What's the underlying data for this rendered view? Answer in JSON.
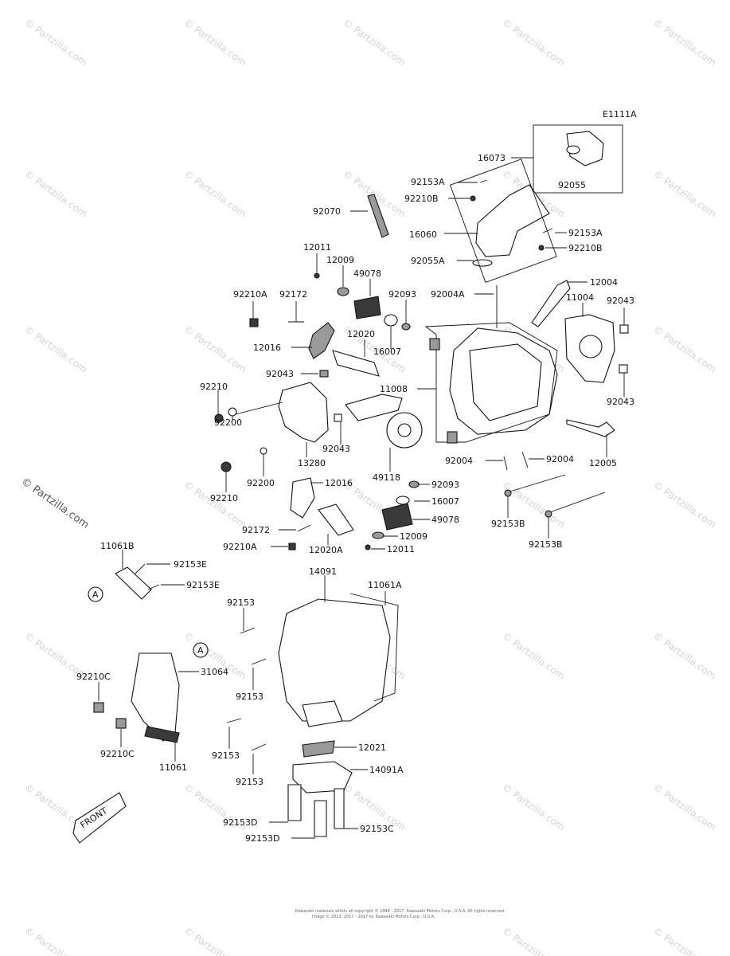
{
  "diagram_code": "E1111A",
  "watermark": "© Partzilla.com",
  "corner_watermark": "© Partzilla.com",
  "front_label": "FRONT",
  "footer_line1": "Kawasaki materials within all copyright © 1998 - 2017, Kawasaki Motors Corp., U.S.A. All rights reserved.",
  "footer_line2": "Image © 2013, 2017 - 2017 by Kawasaki Motors Corp., U.S.A.",
  "callout_a": "A",
  "labels": {
    "16073": "16073",
    "92055": "92055",
    "92153A_top": "92153A",
    "92210B_top": "92210B",
    "92070": "92070",
    "16060": "16060",
    "92153A_right": "92153A",
    "92210B_right": "92210B",
    "92055A": "92055A",
    "12011_top": "12011",
    "12009_top": "12009",
    "49078_top": "49078",
    "92210A_top": "92210A",
    "92172_top": "92172",
    "92093_top": "92093",
    "92004A": "92004A",
    "12004": "12004",
    "11004": "11004",
    "92043_right_top": "92043",
    "12016_top": "12016",
    "12020": "12020",
    "16007_top": "16007",
    "92043_mid": "92043",
    "11008": "11008",
    "92043_right_bottom": "92043",
    "92210_top": "92210",
    "92200_top": "92200",
    "92043_cam": "92043",
    "13280": "13280",
    "49118": "49118",
    "92004_left": "92004",
    "92004_right": "92004",
    "12005": "12005",
    "92210_bottom": "92210",
    "92200_bottom": "92200",
    "12016_bottom": "12016",
    "92093_bottom": "92093",
    "16007_bottom": "16007",
    "92153B_left": "92153B",
    "49078_bottom": "49078",
    "92153B_right": "92153B",
    "92172_bottom": "92172",
    "12009_bottom": "12009",
    "92210A_bottom": "92210A",
    "12020A": "12020A",
    "12011_bottom": "12011",
    "11061B": "11061B",
    "92153E_1": "92153E",
    "92153E_2": "92153E",
    "14091": "14091",
    "11061A": "11061A",
    "92153_1": "92153",
    "92153_2": "92153",
    "92153_3": "92153",
    "92153_4": "92153",
    "92210C_1": "92210C",
    "31064": "31064",
    "92210C_2": "92210C",
    "11061": "11061",
    "12021": "12021",
    "14091A": "14091A",
    "92153D_1": "92153D",
    "92153D_2": "92153D",
    "92153C": "92153C"
  }
}
